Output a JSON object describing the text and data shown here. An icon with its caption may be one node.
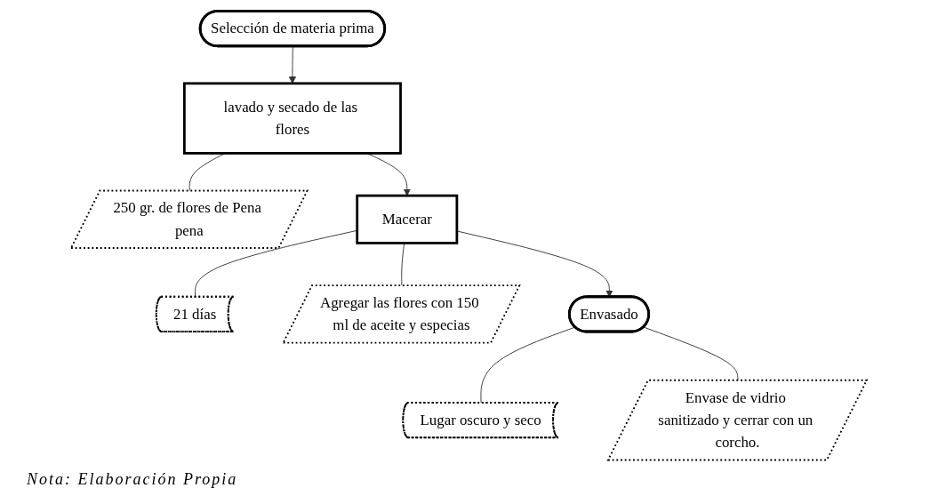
{
  "diagram": {
    "caption": "Nota: Elaboración Propia",
    "nodes": [
      {
        "text": [
          "Selección de materia prima"
        ]
      },
      {
        "text": [
          "lavado y secado de las flores"
        ]
      },
      {
        "text": [
          "250 gr. de flores de Pena pena"
        ]
      },
      {
        "text": [
          "21 días"
        ]
      },
      {
        "text": [
          "Macerar"
        ]
      },
      {
        "text": [
          "Agregar las flores con 150 ml de aceite y especias"
        ]
      },
      {
        "text": [
          "Lugar oscuro y seco"
        ]
      },
      {
        "text": [
          "Envasado"
        ]
      },
      {
        "text": [
          "Envase de vidrio sanitizado y cerrar con un corcho."
        ]
      }
    ],
    "edges": [
      {
        "from": 0,
        "to": 1,
        "arrow": "to"
      },
      {
        "from": 1,
        "to": 2,
        "arrow": "none"
      },
      {
        "from": 1,
        "to": 4,
        "arrow": "to"
      },
      {
        "from": 4,
        "to": 3,
        "arrow": "none"
      },
      {
        "from": 4,
        "to": 5,
        "arrow": "none"
      },
      {
        "from": 4,
        "to": 7,
        "arrow": "to"
      },
      {
        "from": 7,
        "to": 6,
        "arrow": "none"
      },
      {
        "from": 7,
        "to": 8,
        "arrow": "none"
      }
    ]
  }
}
